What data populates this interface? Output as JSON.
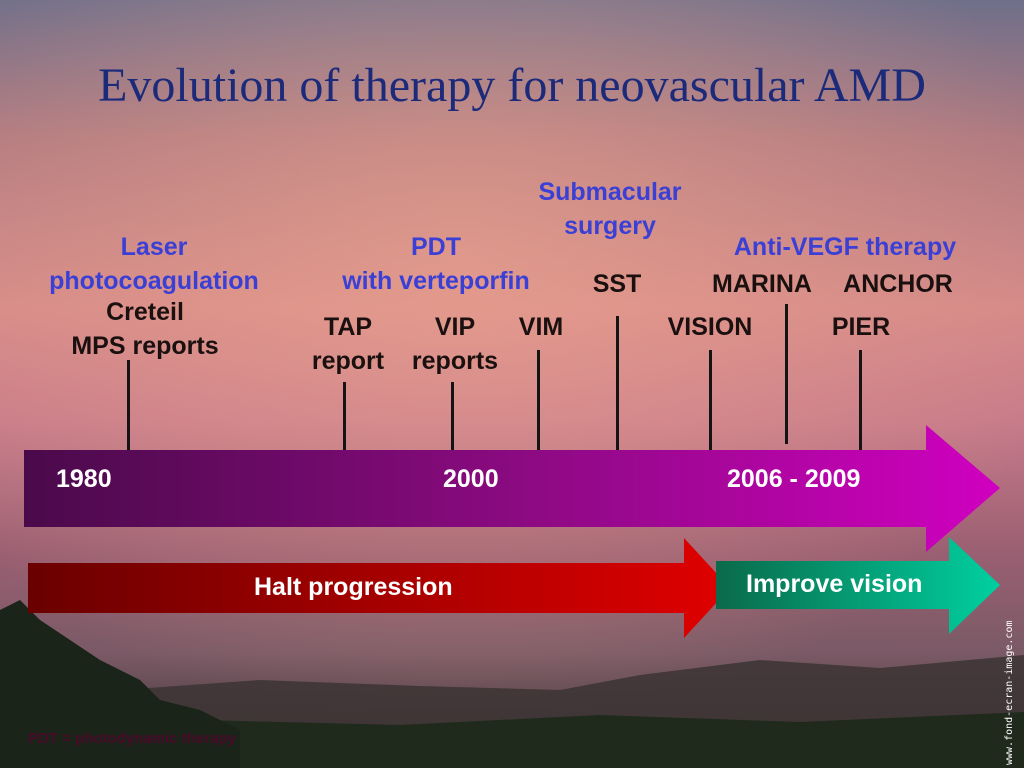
{
  "title": "Evolution of therapy for neovascular AMD",
  "categories": {
    "laser": [
      "Laser",
      "photocoagulation"
    ],
    "pdt": [
      "PDT",
      "with verteporfin"
    ],
    "submacular": [
      "Submacular",
      "surgery"
    ],
    "antivegf": "Anti-VEGF therapy"
  },
  "trials": {
    "creteil": [
      "Creteil",
      "MPS reports"
    ],
    "tap": [
      "TAP",
      "report"
    ],
    "vip": [
      "VIP",
      "reports"
    ],
    "vim": "VIM",
    "sst": "SST",
    "vision": "VISION",
    "marina": "MARINA",
    "anchor": "ANCHOR",
    "pier": "PIER"
  },
  "timeline": {
    "years": [
      "1980",
      "2000",
      "2006 - 2009"
    ],
    "halt": "Halt progression",
    "improve": "Improve vision"
  },
  "footnote": "PDT = photodynamic therapy",
  "watermark": "www.fond-ecran-image.com",
  "colors": {
    "title": "#1c2a7a",
    "category_blue": "#3a3fd6",
    "arrow_start": "#4a0a4a",
    "arrow_end": "#d000c0",
    "halt_start": "#6a0000",
    "halt_end": "#e00000",
    "improve_start": "#0a6a4a",
    "improve_end": "#00d0a0"
  }
}
